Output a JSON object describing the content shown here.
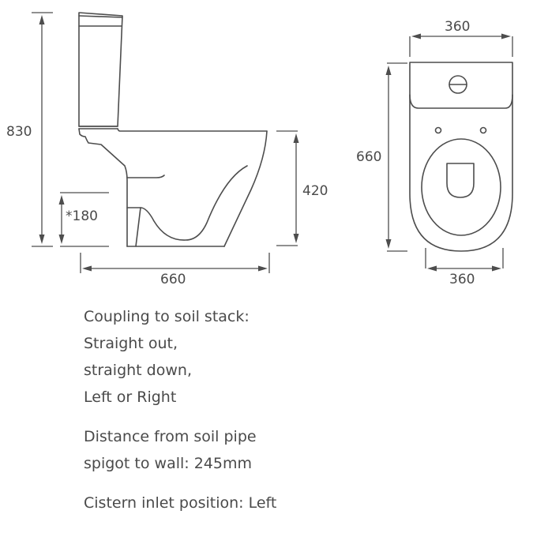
{
  "side_view": {
    "dimensions": {
      "height_overall": "830",
      "soil_outlet_height": "*180",
      "pan_height": "420",
      "depth": "660"
    }
  },
  "top_view": {
    "dimensions": {
      "cistern_width": "360",
      "depth": "660",
      "pan_width": "360"
    }
  },
  "notes": {
    "coupling": {
      "line1": "Coupling to soil stack:",
      "line2": "Straight out,",
      "line3": "straight down,",
      "line4": "Left or Right"
    },
    "distance": {
      "line1": "Distance from soil pipe",
      "line2": "spigot to wall: 245mm"
    },
    "inlet": {
      "line1": "Cistern inlet position: Left"
    }
  },
  "colors": {
    "line": "#4d4d4d",
    "text": "#4a4a4a",
    "background": "#ffffff"
  }
}
